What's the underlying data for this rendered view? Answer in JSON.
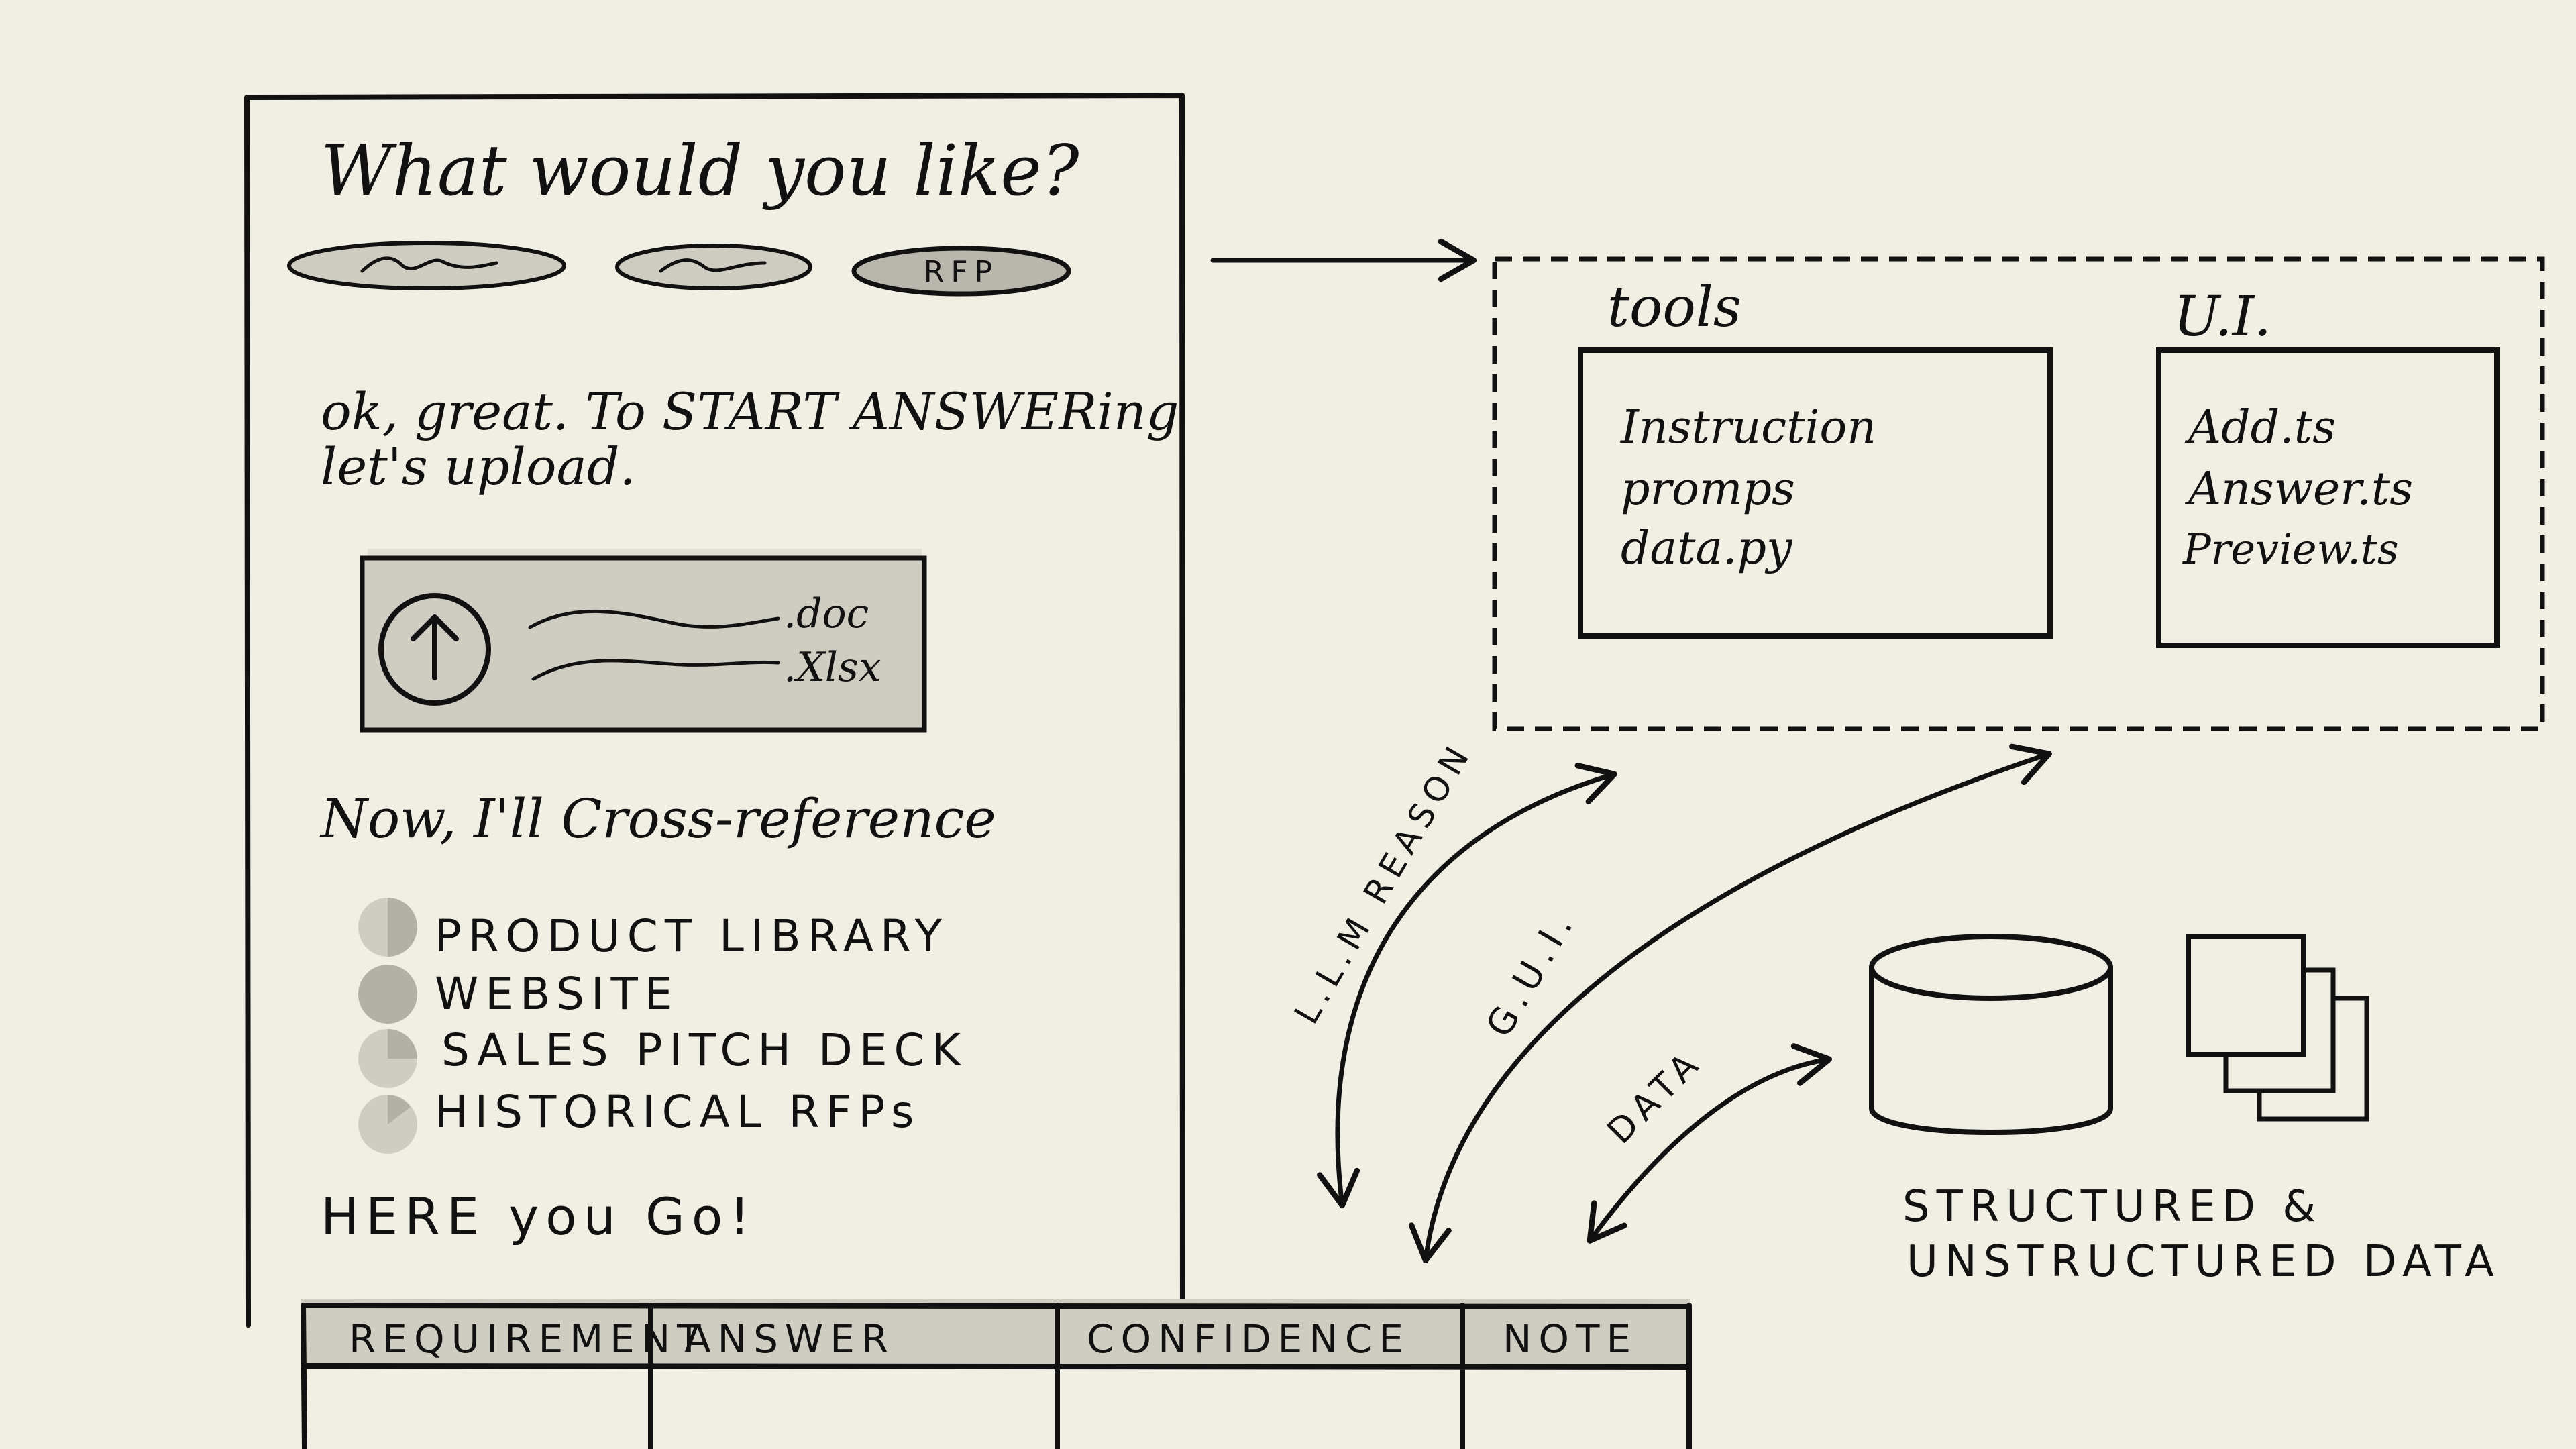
{
  "ui_sketch": {
    "prompt": "What would you like?",
    "chips": [
      {
        "label": ""
      },
      {
        "label": ""
      },
      {
        "label": "RFP"
      }
    ],
    "message_1": "ok, great. To START ANSWERing",
    "message_2": "let's upload.",
    "upload": {
      "formats": [
        ".doc",
        ".Xlsx"
      ]
    },
    "message_3": "Now, I'll Cross-reference",
    "sources": [
      "PRODUCT LIBRARY",
      "WEBSITE",
      "SALES PITCH DECK",
      "HISTORICAL RFPs"
    ],
    "message_4": "HERE you Go!",
    "table": {
      "headers": [
        "REQUIREMENT",
        "ANSWER",
        "CONFIDENCE",
        "NOTE"
      ]
    }
  },
  "system": {
    "tools": {
      "title": "tools",
      "items": [
        "Instruction",
        "promps",
        "data.py"
      ]
    },
    "ui": {
      "title": "U.I.",
      "items": [
        "Add.ts",
        "Answer.ts",
        "Preview.ts"
      ]
    }
  },
  "connections": {
    "llm": "L.L.M REASON",
    "gui": "G.U.I.",
    "data": "DATA"
  },
  "data_store": {
    "label_1": "STRUCTURED &",
    "label_2": "UNSTRUCTURED DATA"
  },
  "colors": {
    "background": "#f1efe4",
    "ink": "#111111",
    "shade": "#cfcdc2"
  }
}
